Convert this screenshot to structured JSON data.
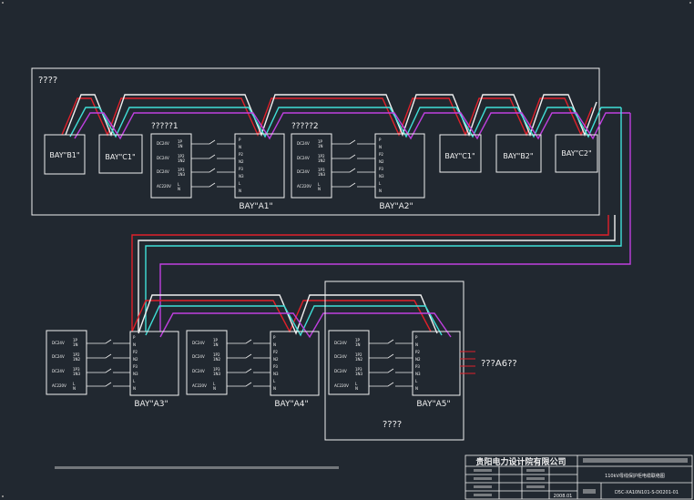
{
  "groups": {
    "top": "????",
    "bottom": "????"
  },
  "bays": {
    "b1": "BAY\"B1\"",
    "c1": "BAY\"C1\"",
    "a1": "BAY\"A1\"",
    "a2": "BAY\"A2\"",
    "c1r": "BAY\"C1\"",
    "b2": "BAY\"B2\"",
    "c2": "BAY\"C2\"",
    "a3": "BAY\"A3\"",
    "a4": "BAY\"A4\"",
    "a5": "BAY\"A5\""
  },
  "cabinets": {
    "cab1": "?????1",
    "cab2": "?????2"
  },
  "external_label": "???A6??",
  "title_block": {
    "company": "贵阳电力设计院有限公司",
    "drawing_title": "110kV母线保护柜电缆联络图",
    "drawing_no": "D5C-XA10N101-S-D0201-01",
    "date": "2008.01"
  },
  "colors": {
    "background": "#212830",
    "frame": "#f0f0f0",
    "red": "#e0202a",
    "white": "#f0f0f0",
    "cyan": "#40e0d8",
    "magenta": "#c040e0"
  }
}
